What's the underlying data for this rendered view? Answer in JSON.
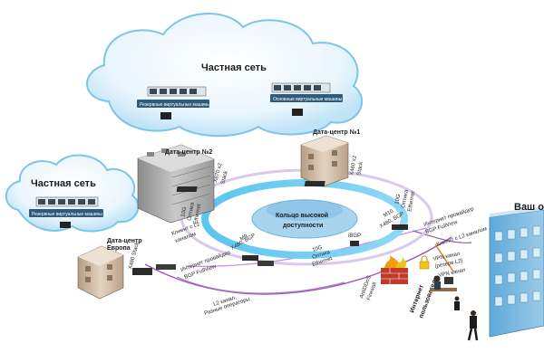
{
  "clouds": {
    "private_top": {
      "title": "Частная сеть",
      "backup_vm": "Резервные виртуальные машины",
      "main_vm": "Основные виртуальные машины"
    },
    "private_left": {
      "title": "Частная сеть",
      "backup_vm": "Резервные виртуальные машины"
    }
  },
  "datacenters": {
    "dc2": "Дата-центр №2",
    "dc1": "Дата-центр №1",
    "europe_1": "Дата-центр",
    "europe_2": "Европа"
  },
  "ring": {
    "label_1": "Кольцо высокой",
    "label_2": "доступности"
  },
  "labels": {
    "x670_1": "X670 x2",
    "x670_2": "Stack",
    "x460_1": "X460 x2",
    "x460_2": "Stack",
    "tenG_top_1": "10G",
    "tenG_top_2": "Оптика",
    "tenG_top_3": "Ethernet",
    "tenG_left_1": "10G",
    "tenG_left_2": "Оптика",
    "tenG_left_3": "Ethernet",
    "tenG_mid_1": "10G",
    "tenG_mid_2": "Оптика",
    "tenG_mid_3": "Ethernet",
    "m9_1": "M9",
    "m9_2": "X480, BGP",
    "m10_1": "M10",
    "m10_2": "X480, BGP",
    "ibgp": "iBGP",
    "client_l2_left_1": "Клиент с L2",
    "client_l2_left_2": "каналом",
    "client_l2_right": "Клиент с L2 каналом",
    "isp_right_1": "Интернет провайдер",
    "isp_right_2": "BGP FullView",
    "isp_left_1": "Интернет провайдер",
    "isp_left_2": "BGP FullView",
    "x480_stack": "X480 Stack",
    "l2_ops_1": "L2 канал,",
    "l2_ops_2": "Разные операторы",
    "vpn_l2_1": "VPN канал",
    "vpn_l2_2": "(резерв L2)",
    "vpn": "VPN канал",
    "antiddos_1": "AntiDDoS",
    "antiddos_2": "Firewall",
    "internet_users_1": "Интернет",
    "internet_users_2": "пользователи",
    "your_office": "Ваш о"
  }
}
